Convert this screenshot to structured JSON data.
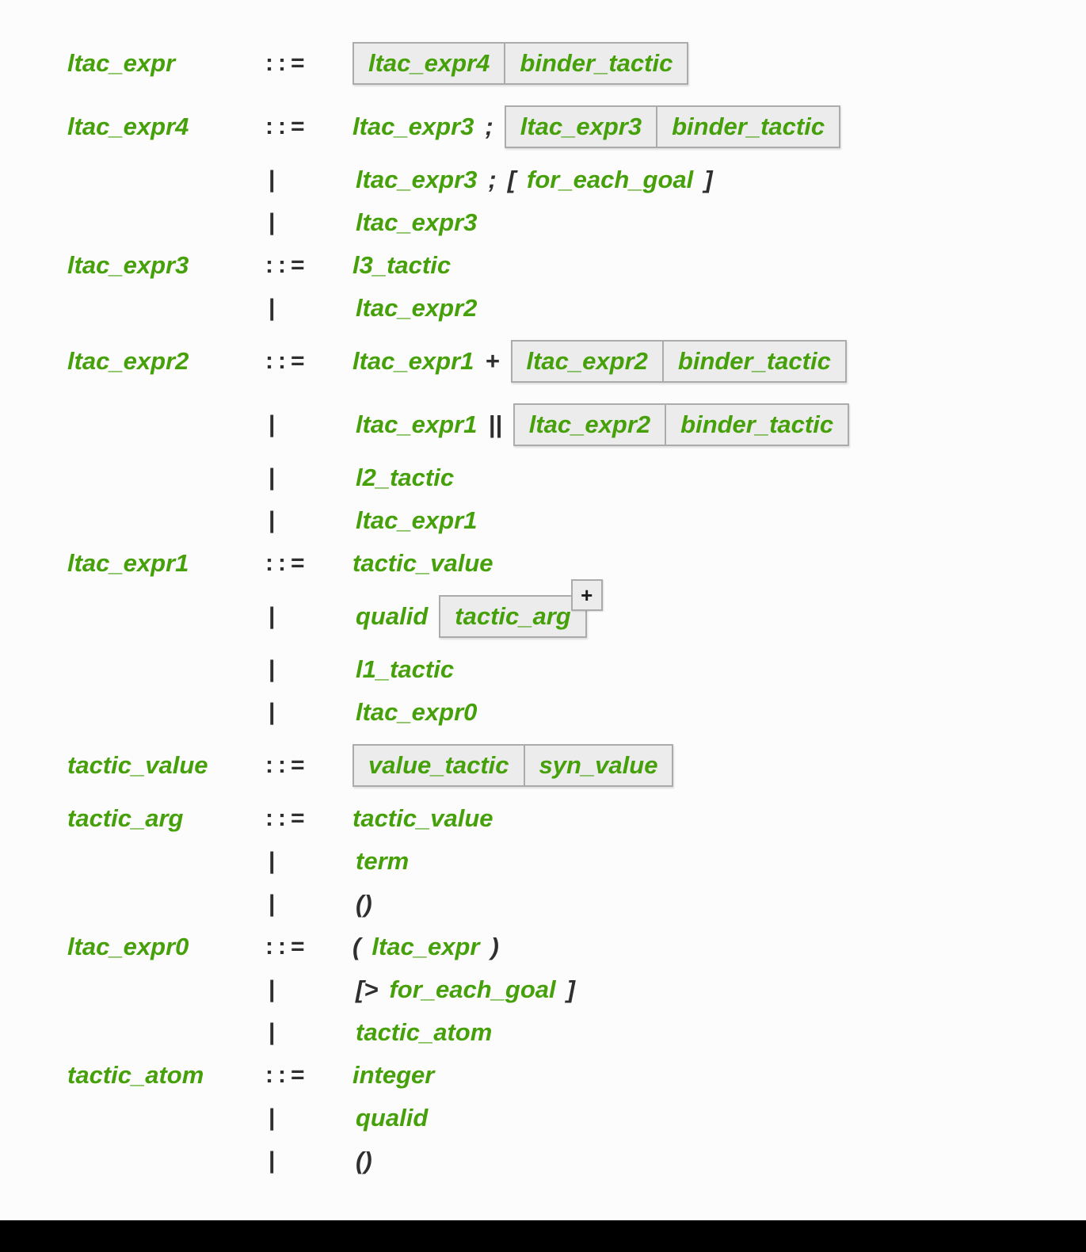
{
  "theme": {
    "background": "#fcfcfc",
    "nonterminal_green": "#46a00a",
    "punctuation_color": "#2f2f2f",
    "choice_box_background": "#ececec",
    "choice_box_border": "#ababab",
    "bottom_bar_color": "#000000"
  },
  "grammar": {
    "rows": [
      {
        "name": "ltac_expr",
        "op": "::=",
        "tokens": [
          {
            "t": "box",
            "alts": [
              "ltac_expr4",
              "binder_tactic"
            ]
          }
        ]
      },
      {
        "name": "ltac_expr4",
        "op": "::=",
        "tokens": [
          {
            "t": "nt",
            "v": "ltac_expr3"
          },
          {
            "t": "p",
            "v": ";"
          },
          {
            "t": "box",
            "alts": [
              "ltac_expr3",
              "binder_tactic"
            ]
          }
        ]
      },
      {
        "name": "",
        "op": "|",
        "tokens": [
          {
            "t": "nt",
            "v": "ltac_expr3"
          },
          {
            "t": "p",
            "v": ";"
          },
          {
            "t": "p",
            "v": "["
          },
          {
            "t": "nt",
            "v": "for_each_goal"
          },
          {
            "t": "p",
            "v": "]"
          }
        ]
      },
      {
        "name": "",
        "op": "|",
        "tokens": [
          {
            "t": "nt",
            "v": "ltac_expr3"
          }
        ]
      },
      {
        "name": "ltac_expr3",
        "op": "::=",
        "tokens": [
          {
            "t": "nt",
            "v": "l3_tactic"
          }
        ]
      },
      {
        "name": "",
        "op": "|",
        "tokens": [
          {
            "t": "nt",
            "v": "ltac_expr2"
          }
        ]
      },
      {
        "name": "ltac_expr2",
        "op": "::=",
        "tokens": [
          {
            "t": "nt",
            "v": "ltac_expr1"
          },
          {
            "t": "p",
            "v": "+"
          },
          {
            "t": "box",
            "alts": [
              "ltac_expr2",
              "binder_tactic"
            ]
          }
        ]
      },
      {
        "name": "",
        "op": "|",
        "tokens": [
          {
            "t": "nt",
            "v": "ltac_expr1"
          },
          {
            "t": "p",
            "v": "||"
          },
          {
            "t": "box",
            "alts": [
              "ltac_expr2",
              "binder_tactic"
            ]
          }
        ]
      },
      {
        "name": "",
        "op": "|",
        "tokens": [
          {
            "t": "nt",
            "v": "l2_tactic"
          }
        ]
      },
      {
        "name": "",
        "op": "|",
        "tokens": [
          {
            "t": "nt",
            "v": "ltac_expr1"
          }
        ]
      },
      {
        "name": "ltac_expr1",
        "op": "::=",
        "tokens": [
          {
            "t": "nt",
            "v": "tactic_value"
          }
        ]
      },
      {
        "name": "",
        "op": "|",
        "tokens": [
          {
            "t": "nt",
            "v": "qualid"
          },
          {
            "t": "box",
            "alts": [
              "tactic_arg"
            ],
            "sup": "+"
          }
        ]
      },
      {
        "name": "",
        "op": "|",
        "tokens": [
          {
            "t": "nt",
            "v": "l1_tactic"
          }
        ]
      },
      {
        "name": "",
        "op": "|",
        "tokens": [
          {
            "t": "nt",
            "v": "ltac_expr0"
          }
        ]
      },
      {
        "name": "tactic_value",
        "op": "::=",
        "tokens": [
          {
            "t": "box",
            "alts": [
              "value_tactic",
              "syn_value"
            ]
          }
        ]
      },
      {
        "name": "tactic_arg",
        "op": "::=",
        "tokens": [
          {
            "t": "nt",
            "v": "tactic_value"
          }
        ]
      },
      {
        "name": "",
        "op": "|",
        "tokens": [
          {
            "t": "nt",
            "v": "term"
          }
        ]
      },
      {
        "name": "",
        "op": "|",
        "tokens": [
          {
            "t": "p",
            "v": "()"
          }
        ]
      },
      {
        "name": "ltac_expr0",
        "op": "::=",
        "tokens": [
          {
            "t": "p",
            "v": "("
          },
          {
            "t": "nt",
            "v": "ltac_expr"
          },
          {
            "t": "p",
            "v": ")"
          }
        ]
      },
      {
        "name": "",
        "op": "|",
        "tokens": [
          {
            "t": "p",
            "v": "[>"
          },
          {
            "t": "nt",
            "v": "for_each_goal"
          },
          {
            "t": "p",
            "v": "]"
          }
        ]
      },
      {
        "name": "",
        "op": "|",
        "tokens": [
          {
            "t": "nt",
            "v": "tactic_atom"
          }
        ]
      },
      {
        "name": "tactic_atom",
        "op": "::=",
        "tokens": [
          {
            "t": "nt",
            "v": "integer"
          }
        ]
      },
      {
        "name": "",
        "op": "|",
        "tokens": [
          {
            "t": "nt",
            "v": "qualid"
          }
        ]
      },
      {
        "name": "",
        "op": "|",
        "tokens": [
          {
            "t": "p",
            "v": "()"
          }
        ]
      }
    ]
  }
}
